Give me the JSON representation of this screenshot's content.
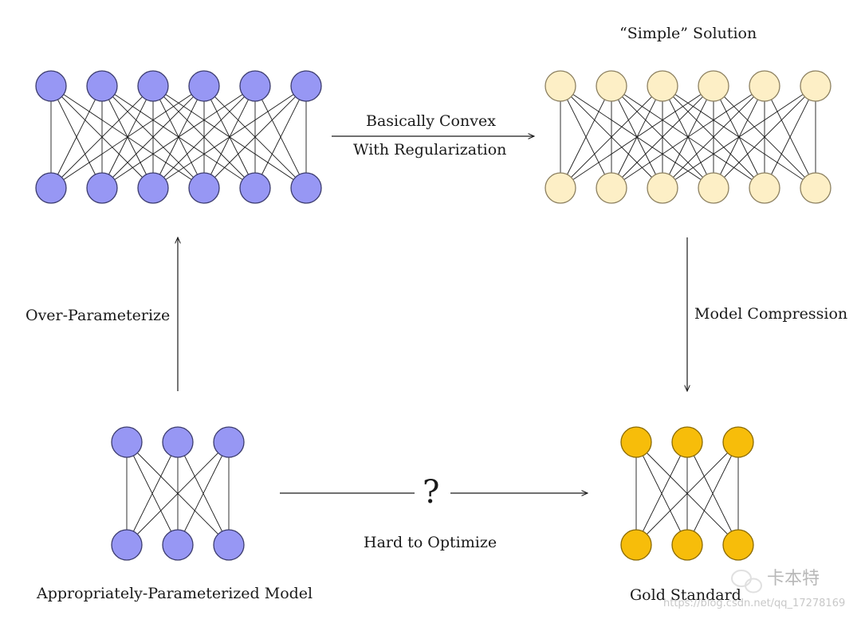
{
  "colors": {
    "purple_fill": "#9797f4",
    "purple_stroke": "#3c3c6e",
    "cream_fill": "#fdefc6",
    "cream_stroke": "#8c8060",
    "gold_fill": "#f7bd0a",
    "gold_stroke": "#8a6a00",
    "line": "#1a1a1a",
    "watermark": "#c8c8c8"
  },
  "labels": {
    "simple_solution": "“Simple” Solution",
    "basically_convex": "Basically Convex",
    "with_regularization": "With Regularization",
    "over_parameterize": "Over-Parameterize",
    "model_compression": "Model Compression",
    "question_mark": "?",
    "hard_to_optimize": "Hard to Optimize",
    "appropriately_parameterized": "Appropriately-Parameterized Model",
    "gold_standard": "Gold Standard"
  },
  "networks": {
    "overparameterized": {
      "nodes_per_layer": 6,
      "color": "purple"
    },
    "simple_solution": {
      "nodes_per_layer": 6,
      "color": "cream"
    },
    "appropriate_model": {
      "nodes_per_layer": 3,
      "color": "purple"
    },
    "gold_standard": {
      "nodes_per_layer": 3,
      "color": "gold"
    }
  },
  "watermark": {
    "logo_text": "卡本特",
    "url_text": "https://blog.csdn.net/qq_17278169"
  }
}
